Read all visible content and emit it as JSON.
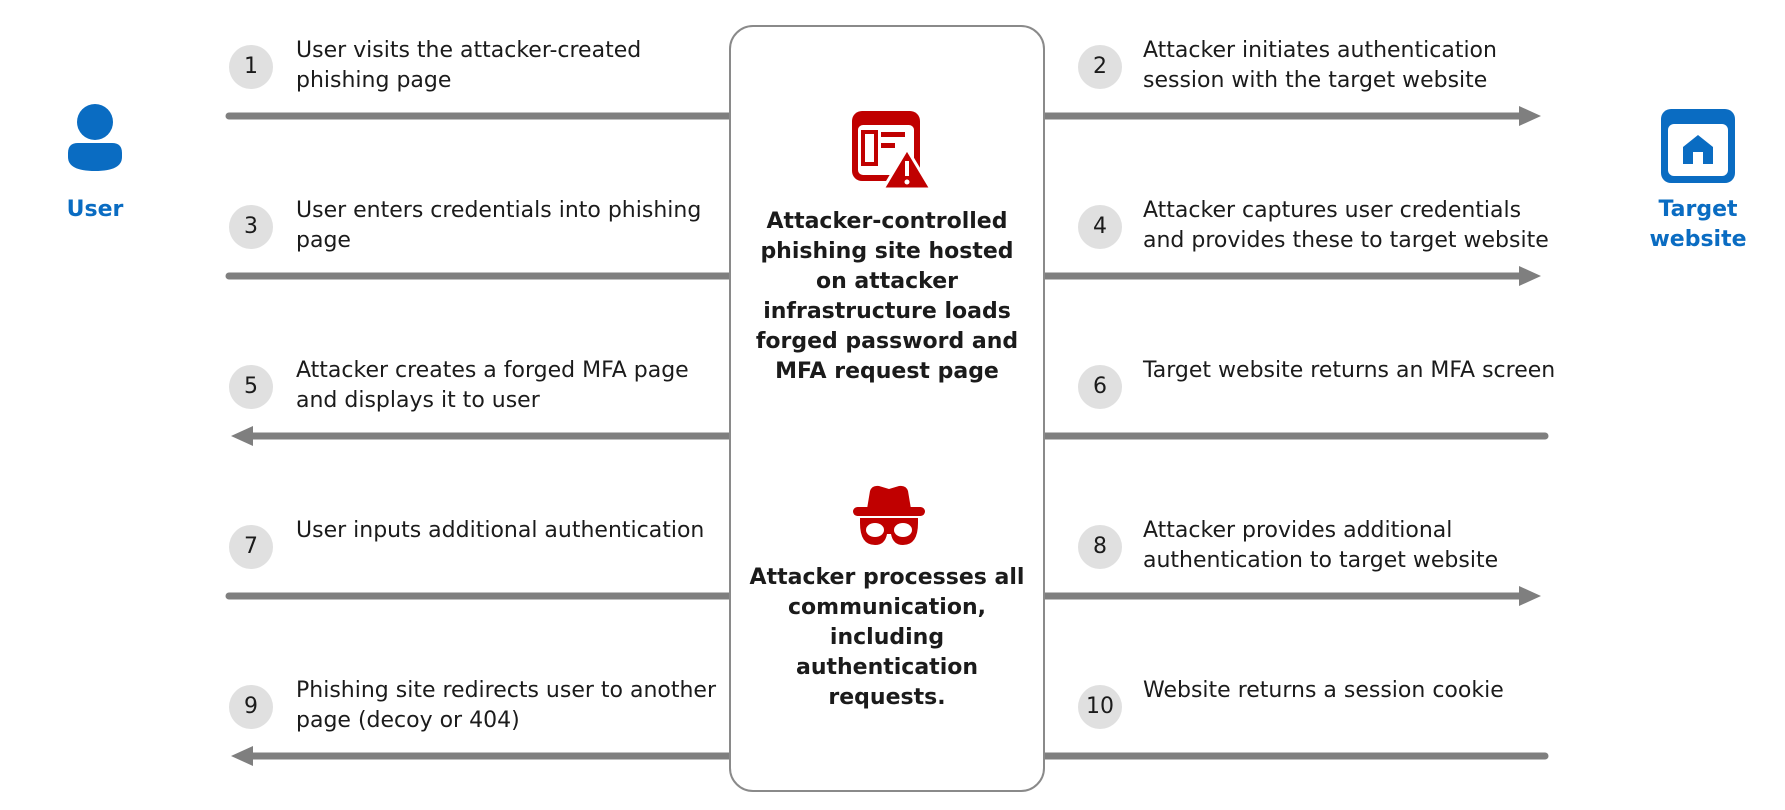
{
  "colors": {
    "accent_blue": "#0a6cc2",
    "alert_red": "#c00000",
    "arrow_gray": "#7f7f7f",
    "badge_gray": "#e0e0e0",
    "box_border": "#8a8a8a"
  },
  "actors": {
    "user": {
      "label": "User",
      "icon": "user-icon"
    },
    "target": {
      "label": "Target website",
      "icon": "website-icon"
    }
  },
  "center": {
    "phishing_icon": "phishing-site-warning-icon",
    "phishing_text": "Attacker-controlled phishing site hosted on attacker infrastructure loads forged password and MFA request page",
    "attacker_icon": "attacker-spy-icon",
    "attacker_text": "Attacker processes all communication, including authentication requests."
  },
  "steps": [
    {
      "num": "1",
      "text": "User visits the attacker-created phishing page",
      "side": "left",
      "direction": "right"
    },
    {
      "num": "2",
      "text": "Attacker initiates authentication session with the target website",
      "side": "right",
      "direction": "right"
    },
    {
      "num": "3",
      "text": "User enters credentials into phishing page",
      "side": "left",
      "direction": "right"
    },
    {
      "num": "4",
      "text": "Attacker captures user credentials and provides these to target website",
      "side": "right",
      "direction": "right"
    },
    {
      "num": "5",
      "text": "Attacker creates a forged MFA page and displays it to user",
      "side": "left",
      "direction": "left"
    },
    {
      "num": "6",
      "text": "Target website returns an MFA screen",
      "side": "right",
      "direction": "left"
    },
    {
      "num": "7",
      "text": "User inputs additional authentication",
      "side": "left",
      "direction": "right"
    },
    {
      "num": "8",
      "text": "Attacker provides additional authentication to target website",
      "side": "right",
      "direction": "right"
    },
    {
      "num": "9",
      "text": "Phishing site redirects user to another page (decoy or 404)",
      "side": "left",
      "direction": "left"
    },
    {
      "num": "10",
      "text": "Website returns a session cookie",
      "side": "right",
      "direction": "left"
    }
  ]
}
